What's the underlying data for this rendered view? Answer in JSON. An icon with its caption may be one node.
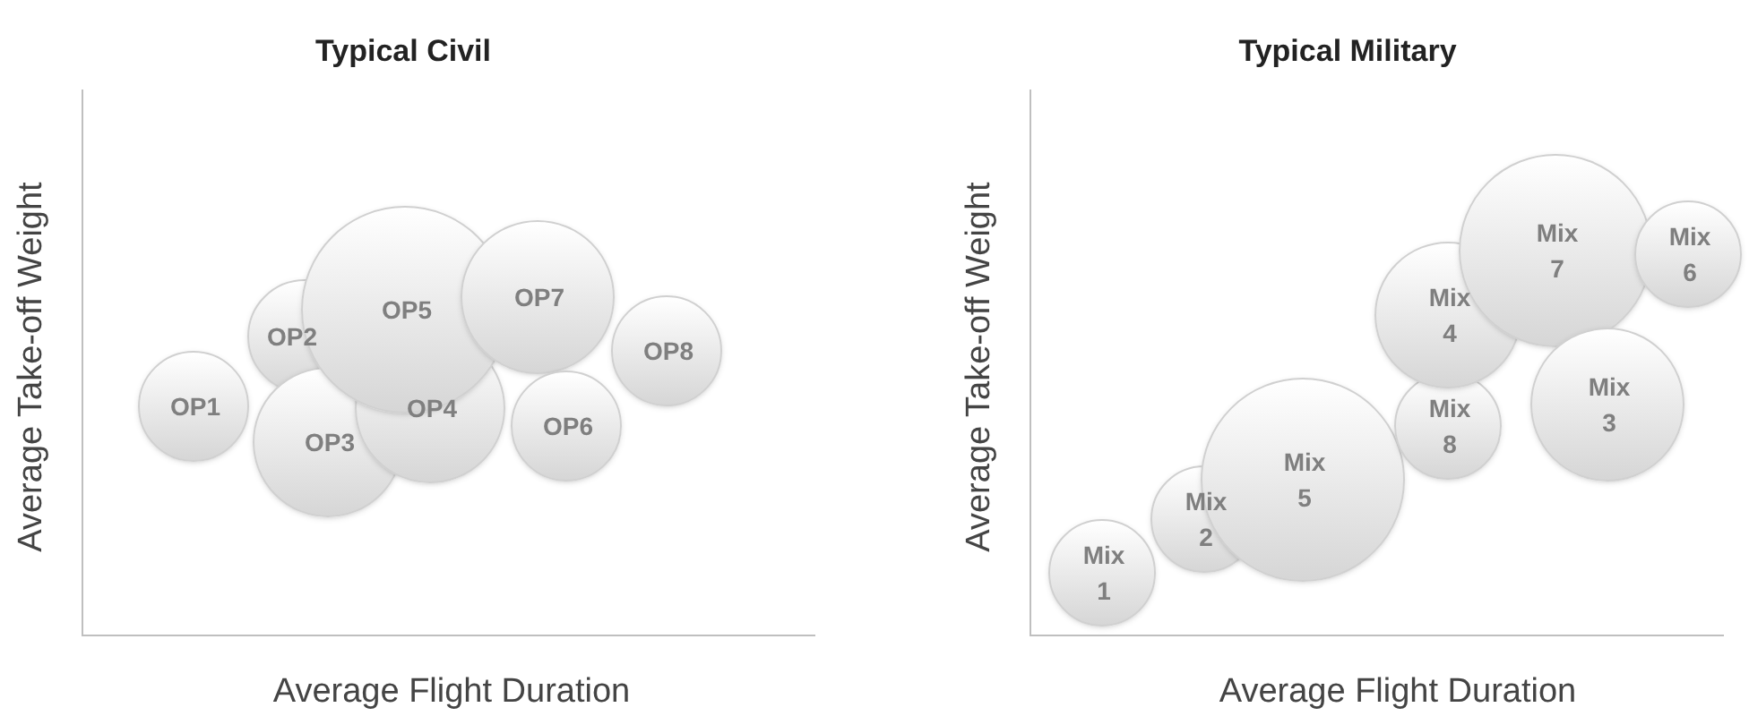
{
  "diagram": {
    "nodes": [
      {
        "text": [
          "OP1"
        ]
      },
      {
        "text": [
          "OP2"
        ]
      },
      {
        "text": [
          "OP3"
        ]
      },
      {
        "text": [
          "OP4"
        ]
      },
      {
        "text": [
          "OP5"
        ]
      },
      {
        "text": [
          "OP7"
        ]
      },
      {
        "text": [
          "OP8"
        ]
      },
      {
        "text": [
          "OP6"
        ]
      },
      {
        "text": [
          "Mix 1"
        ]
      },
      {
        "text": [
          "Mix 2"
        ]
      },
      {
        "text": [
          "Mix 5"
        ]
      },
      {
        "text": [
          "Mix 8"
        ]
      },
      {
        "text": [
          "Mix 4"
        ]
      },
      {
        "text": [
          "Mix 7"
        ]
      },
      {
        "text": [
          "Mix 6"
        ]
      },
      {
        "text": [
          "Mix 3"
        ]
      }
    ],
    "labels": [
      "Typical Civil",
      "Average Take-off Weight",
      "Average Flight Duration",
      "Typical Military",
      "Average Take-off Weight",
      "Average Flight Duration"
    ]
  }
}
